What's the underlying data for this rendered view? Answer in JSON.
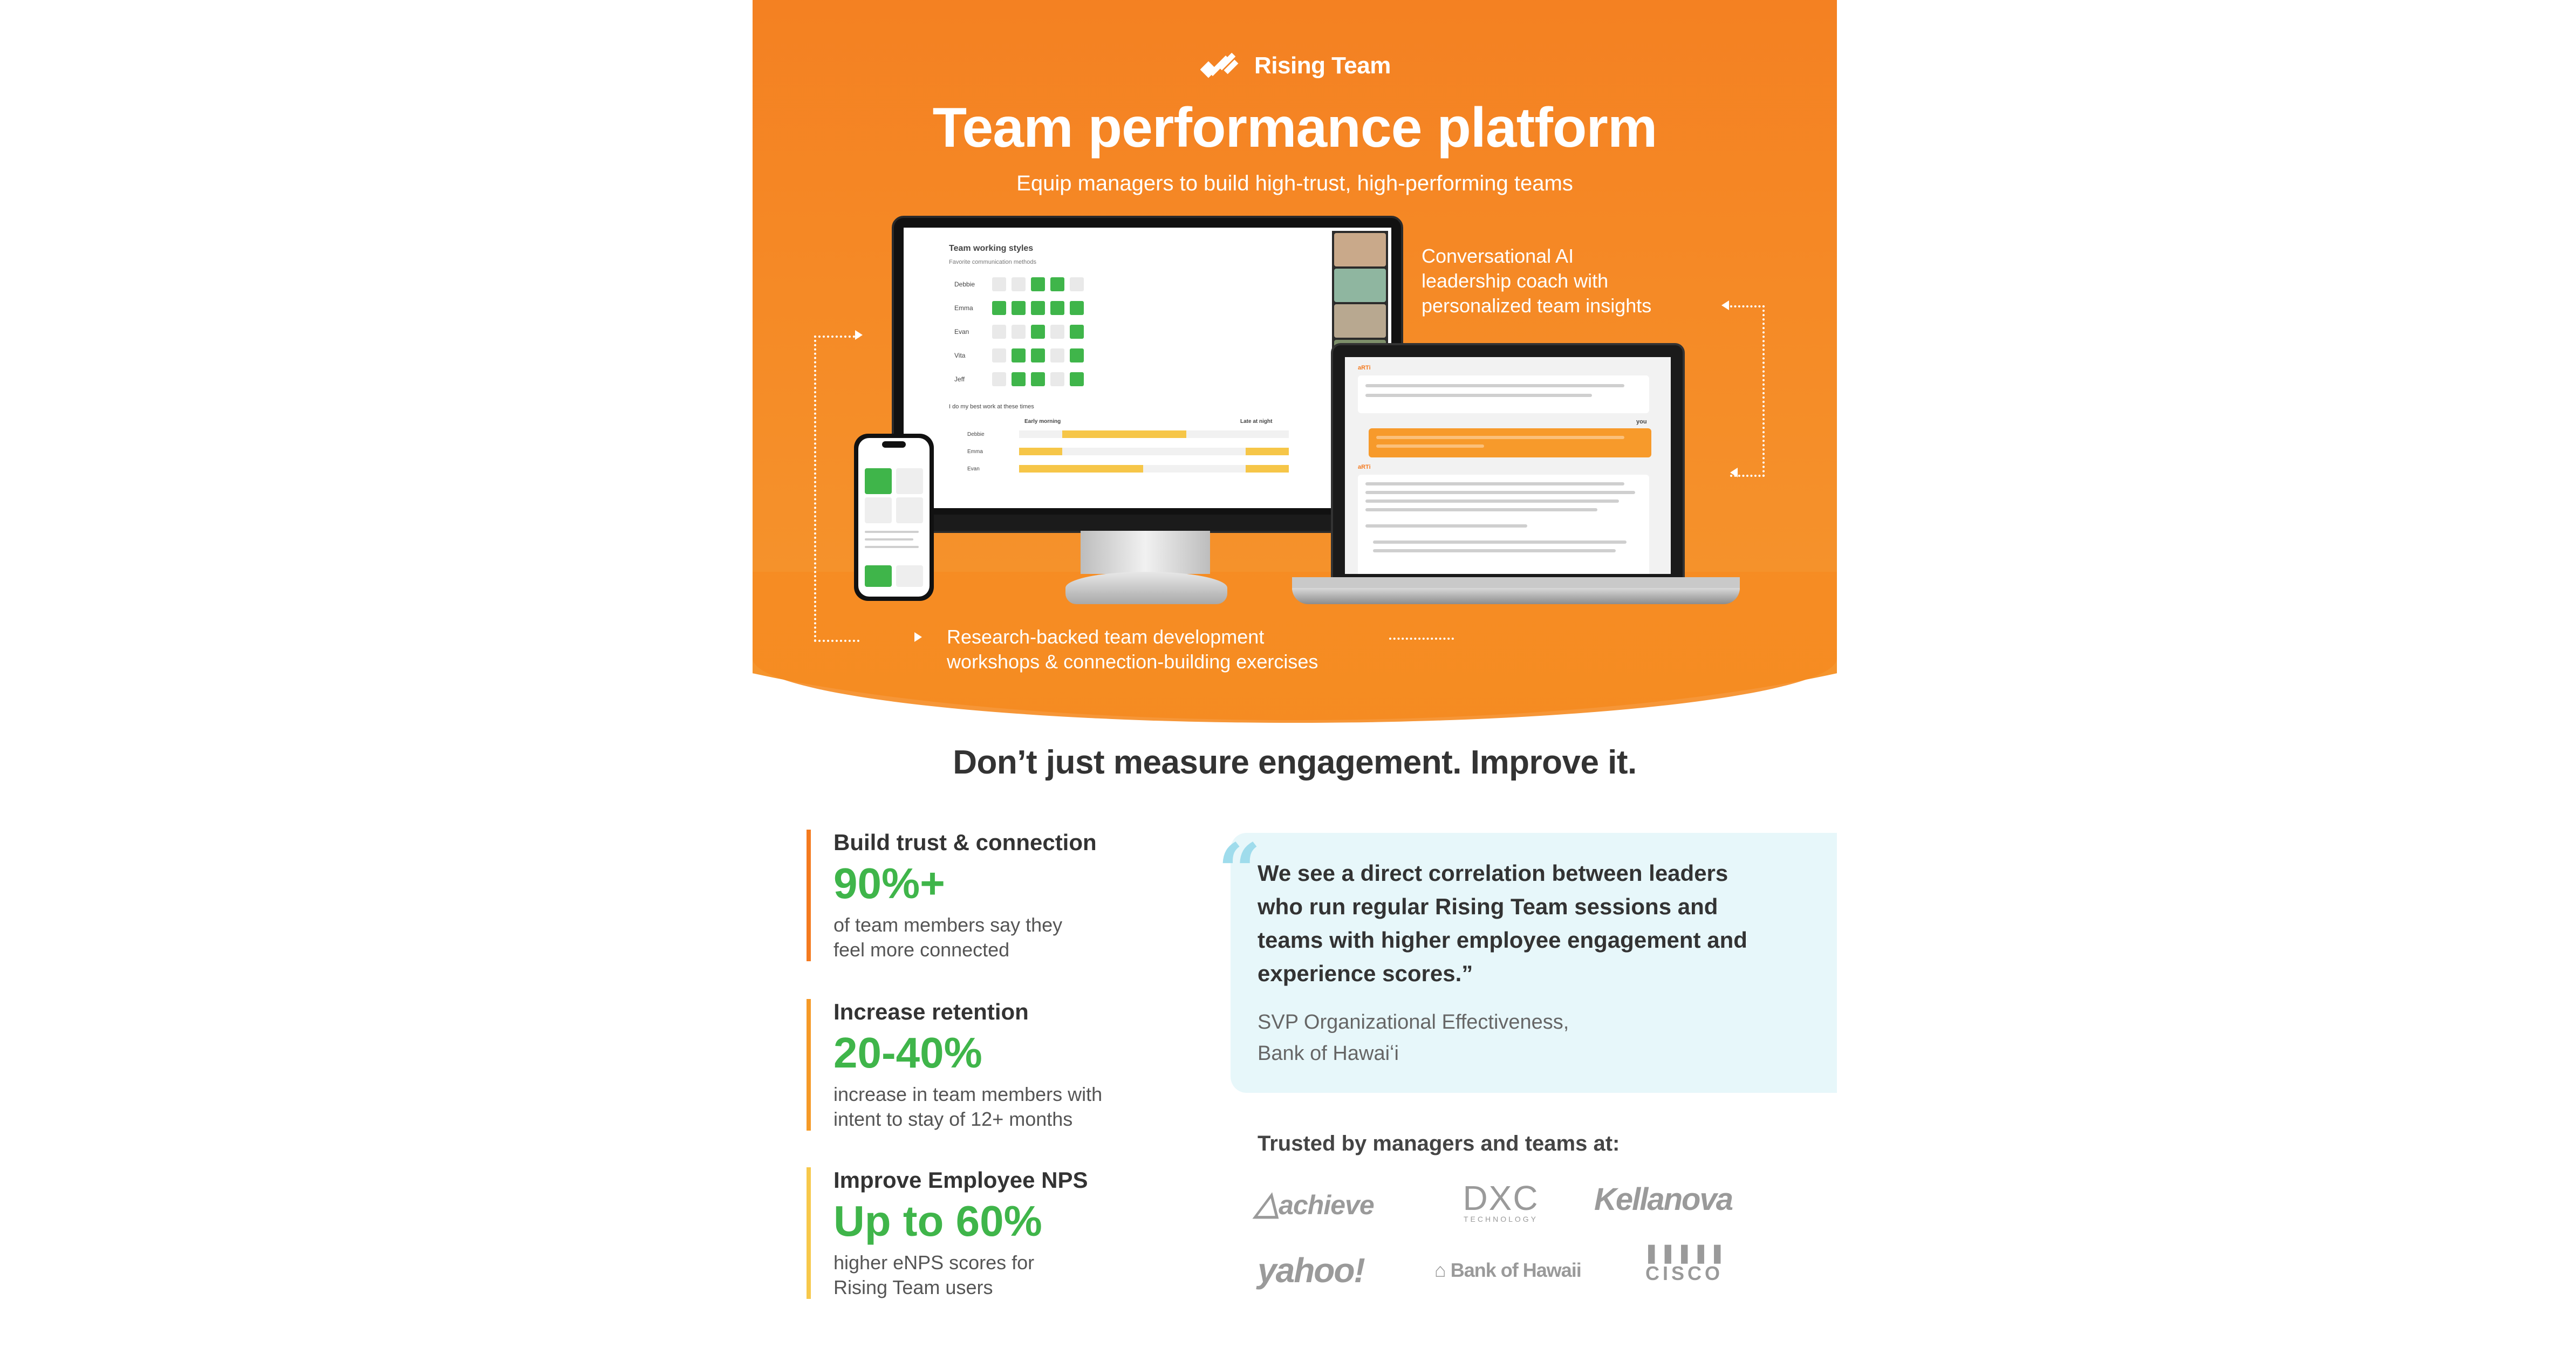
{
  "hero": {
    "logo_text": "Rising Team",
    "title": "Team performance platform",
    "subtitle": "Equip managers to build high-trust, high-performing teams",
    "callout_ai": "Conversational AI\nleadership coach with\npersonalized team insights",
    "callout_workshops": "Research-backed team development\nworkshops & connection-building exercises"
  },
  "screens": {
    "monitor_title": "Team working styles",
    "monitor_subtitle": "Favorite communication methods",
    "members": [
      "Debbie",
      "Emma",
      "Evan",
      "Vita",
      "Jeff"
    ],
    "best_work_label": "I do my best work at these times",
    "early_label": "Early morning",
    "late_label": "Late at night",
    "laptop_you_label": "you",
    "laptop_bot_label": "aRTi"
  },
  "headline": "Don’t just measure engagement. Improve it.",
  "stats": [
    {
      "title": "Build trust & connection",
      "value": "90%+",
      "desc": "of team members say they\nfeel more connected",
      "color": "#f47a1f"
    },
    {
      "title": "Increase retention",
      "value": "20-40%",
      "desc": "increase in team members with\nintent to stay of 12+ months",
      "color": "#f59a27"
    },
    {
      "title": "Improve Employee NPS",
      "value": "Up to 60%",
      "desc": "higher eNPS scores for\nRising Team users",
      "color": "#f7c84b"
    }
  ],
  "quote": {
    "text": "We see a direct correlation between leaders who run regular Rising Team sessions and teams with higher employee engagement and experience scores.”",
    "attribution_line1": "SVP Organizational Effectiveness,",
    "attribution_line2": "Bank of Hawaiʻi"
  },
  "trusted": {
    "label": "Trusted by managers and teams at:",
    "logos": [
      "achieve",
      "DXC",
      "TECHNOLOGY",
      "Kellanova",
      "yahoo!",
      "Bank of Hawaii",
      "CISCO"
    ]
  },
  "colors": {
    "accent": "#f47a1f",
    "green": "#3fb54a",
    "quote_bg": "#e7f7fa"
  }
}
